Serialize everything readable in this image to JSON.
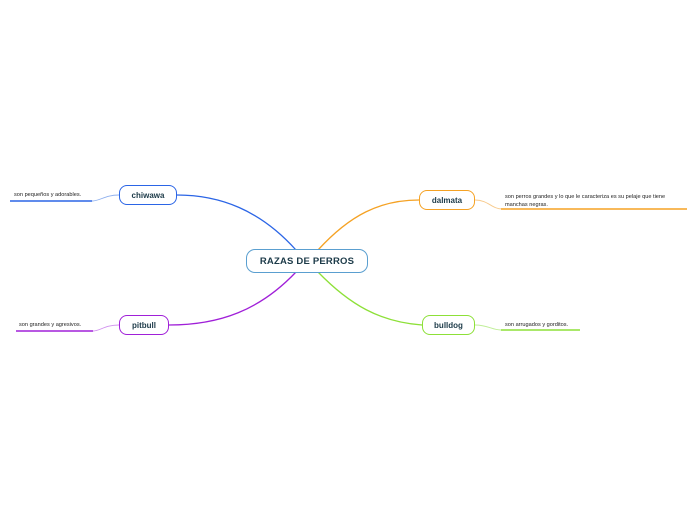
{
  "diagram": {
    "type": "mind-map",
    "central": {
      "label": "RAZAS DE PERROS",
      "border_color": "#5a9fd0"
    },
    "branches": [
      {
        "id": "chiwawa",
        "label": "chiwawa",
        "color": "#2b65e6",
        "side": "left",
        "leaf": "son pequeños y adorables."
      },
      {
        "id": "dalmata",
        "label": "dalmata",
        "color": "#f5a224",
        "side": "right",
        "leaf": "son perros grandes y lo que le caracteriza es su pelaje que tiene manchas negras."
      },
      {
        "id": "pitbull",
        "label": "pitbull",
        "color": "#a020d8",
        "side": "left",
        "leaf": "son grandes y agresivos."
      },
      {
        "id": "bulldog",
        "label": "bulldog",
        "color": "#8de038",
        "side": "right",
        "leaf": "son arrugados y gorditos."
      }
    ]
  }
}
